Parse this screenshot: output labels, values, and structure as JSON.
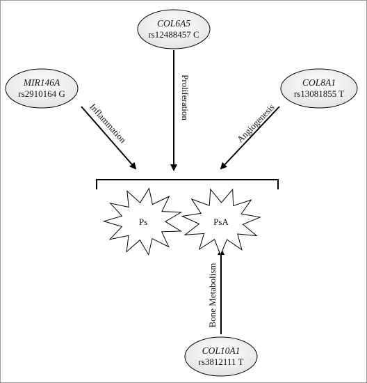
{
  "nodes": {
    "col6a5": {
      "gene": "COL6A5",
      "variant": "rs12488457 C"
    },
    "mir146a": {
      "gene": "MIR146A",
      "variant": "rs2910164 G"
    },
    "col8a1": {
      "gene": "COL8A1",
      "variant": "rs13081855 T"
    },
    "col10a1": {
      "gene": "COL10A1",
      "variant": "rs3812111 T"
    }
  },
  "edges": {
    "inflammation": "Inflammation",
    "proliferation": "Proliferation",
    "angiogenesis": "Angiogenesis",
    "bone_metabolism": "Bone Metabolism"
  },
  "targets": {
    "ps": "Ps",
    "psa": "PsA"
  },
  "colors": {
    "stroke": "#000000",
    "ellipse_fill": "#eeeeee",
    "star_fill": "#ffffff",
    "border": "#999999"
  }
}
